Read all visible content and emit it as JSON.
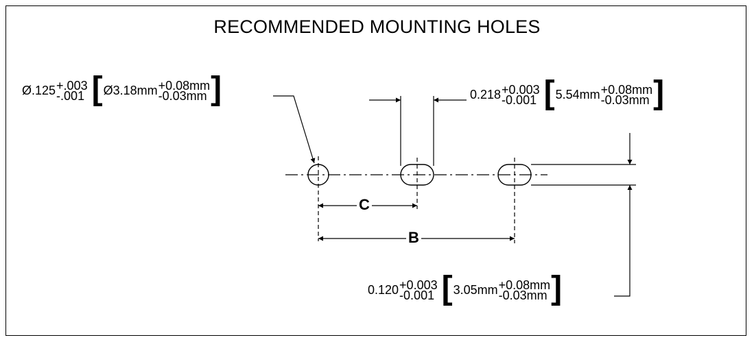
{
  "title": "RECOMMENDED MOUNTING HOLES",
  "hole_callout": {
    "inch": "Ø.125",
    "inch_tol_plus": "+.003",
    "inch_tol_minus": "-.001",
    "mm": "Ø3.18mm",
    "mm_tol_plus": "+0.08mm",
    "mm_tol_minus": "-0.03mm"
  },
  "slot_width_callout": {
    "inch": "0.218",
    "inch_tol_plus": "+0.003",
    "inch_tol_minus": "-0.001",
    "mm": "5.54mm",
    "mm_tol_plus": "+0.08mm",
    "mm_tol_minus": "-0.03mm"
  },
  "slot_height_callout": {
    "inch": "0.120",
    "inch_tol_plus": "+0.003",
    "inch_tol_minus": "-0.001",
    "mm": "3.05mm",
    "mm_tol_plus": "+0.08mm",
    "mm_tol_minus": "-0.03mm"
  },
  "dimensions": {
    "c_label": "C",
    "b_label": "B"
  }
}
